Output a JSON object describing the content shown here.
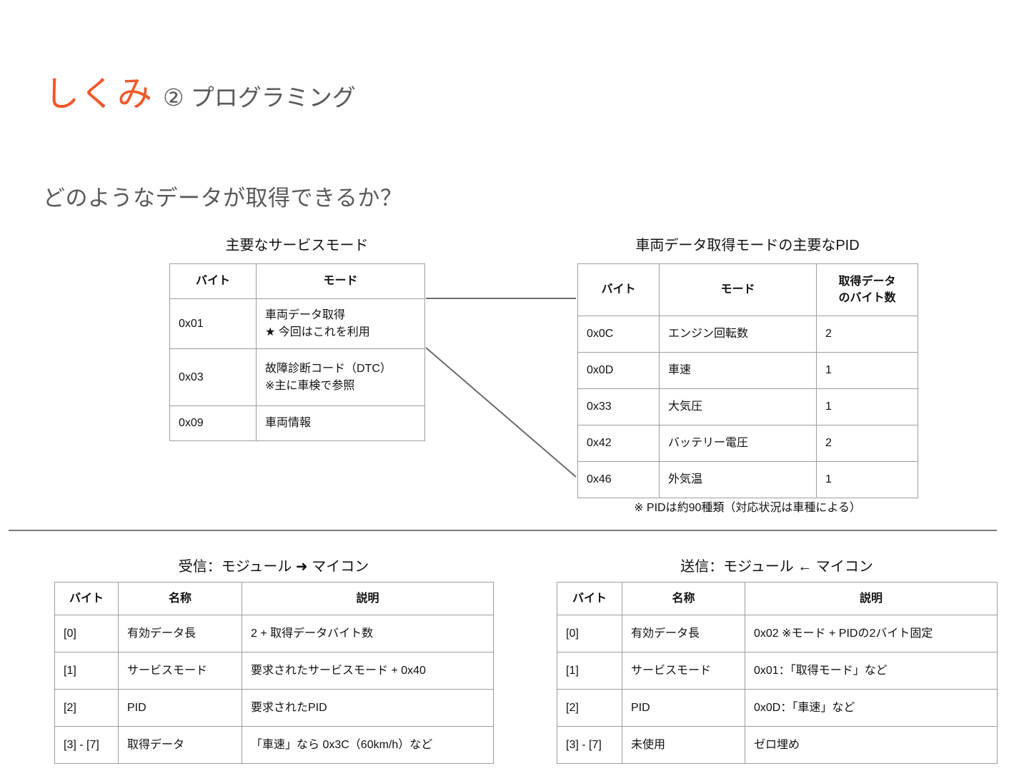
{
  "header": {
    "title_main": "しくみ",
    "title_sub": "② プログラミング",
    "question": "どのようなデータが取得できるか？",
    "accent_color": "#F2592A",
    "subtitle_color": "#5A5A5A"
  },
  "highlight_color": "#DD4B1A",
  "service_table": {
    "caption": "主要なサービスモード",
    "columns": [
      "バイト",
      "モード"
    ],
    "rows": [
      {
        "byte": "0x01",
        "mode_line1": "車両データ取得",
        "mode_line2": "★ 今回はこれを利用"
      },
      {
        "byte": "0x03",
        "mode_line1": "故障診断コード（DTC）",
        "mode_line2": "※主に車検で参照"
      },
      {
        "byte": "0x09",
        "mode_line1": "車両情報",
        "mode_line2": ""
      }
    ]
  },
  "pid_table": {
    "caption": "車両データ取得モードの主要なPID",
    "columns": [
      "バイト",
      "モード",
      "取得データ\nのバイト数"
    ],
    "col2_line1": "取得データ",
    "col2_line2": "のバイト数",
    "rows": [
      {
        "byte": "0x0C",
        "mode": "エンジン回転数",
        "bytes": "2"
      },
      {
        "byte": "0x0D",
        "mode": "車速",
        "bytes": "1"
      },
      {
        "byte": "0x33",
        "mode": "大気圧",
        "bytes": "1"
      },
      {
        "byte": "0x42",
        "mode": "バッテリー電圧",
        "bytes": "2"
      },
      {
        "byte": "0x46",
        "mode": "外気温",
        "bytes": "1"
      }
    ],
    "note": "※ PIDは約90種類（対応状況は車種による）"
  },
  "rx_table": {
    "caption": "受信：モジュール ➜ マイコン",
    "columns": [
      "バイト",
      "名称",
      "説明"
    ],
    "rows": [
      {
        "byte": "[0]",
        "name": "有効データ長",
        "desc": "2 + 取得データバイト数",
        "highlight": false
      },
      {
        "byte": "[1]",
        "name": "サービスモード",
        "desc": "要求されたサービスモード + 0x40",
        "highlight": false
      },
      {
        "byte": "[2]",
        "name": "PID",
        "desc": "要求されたPID",
        "highlight": false
      },
      {
        "byte": "[3] - [7]",
        "name": "取得データ",
        "desc": "「車速」なら 0x3C（60km/h）など",
        "highlight": true
      }
    ]
  },
  "tx_table": {
    "caption": "送信：モジュール ← マイコン",
    "columns": [
      "バイト",
      "名称",
      "説明"
    ],
    "rows": [
      {
        "byte": "[0]",
        "name": "有効データ長",
        "desc": "0x02 ※モード + PIDの2バイト固定",
        "highlight": false
      },
      {
        "byte": "[1]",
        "name": "サービスモード",
        "desc": "0x01：「取得モード」など",
        "highlight": true
      },
      {
        "byte": "[2]",
        "name": "PID",
        "desc": "0x0D：「車速」など",
        "highlight": true
      },
      {
        "byte": "[3] - [7]",
        "name": "未使用",
        "desc": "ゼロ埋め",
        "highlight": false
      }
    ]
  }
}
